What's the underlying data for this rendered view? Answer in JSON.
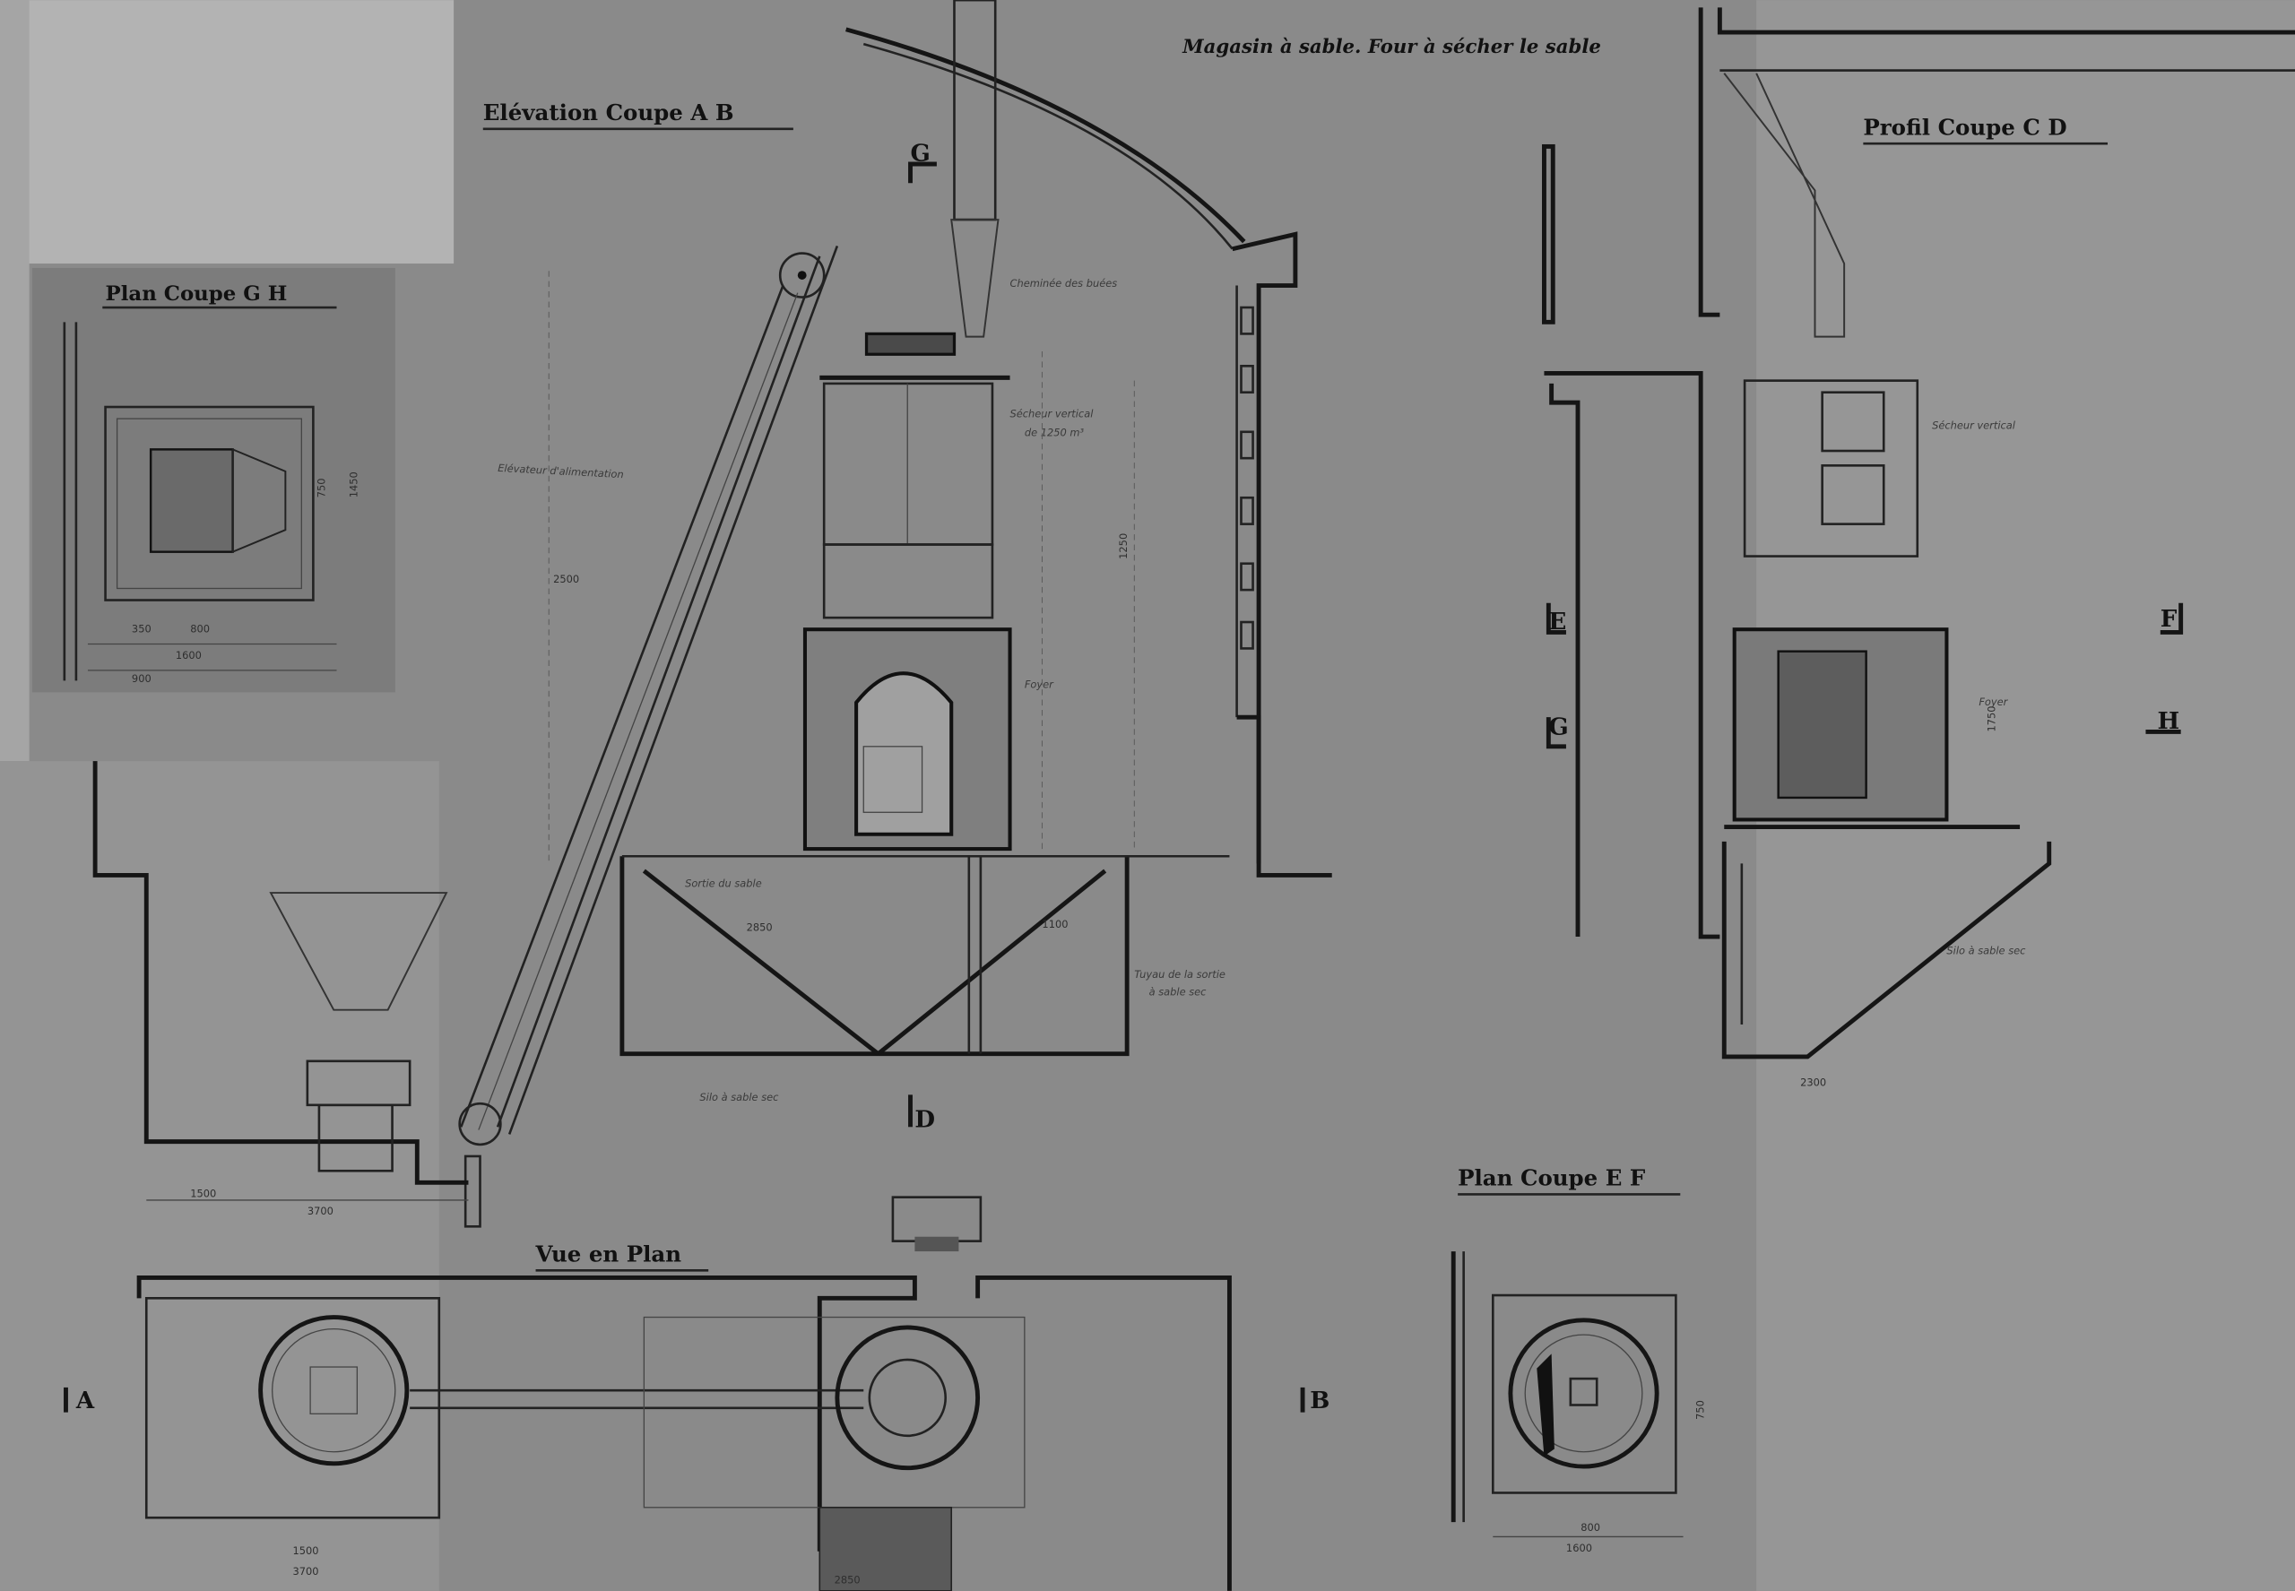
{
  "sheet_title": "Magasin à sable. Four à sécher le sable",
  "views": {
    "elevation": "Elévation Coupe A B",
    "profile": "Profil Coupe C D",
    "plan_gh": "Plan Coupe G H",
    "plan_ef": "Plan Coupe E F",
    "plan_view": "Vue en Plan"
  },
  "section_letters": {
    "a": "A",
    "b": "B",
    "c": "G",
    "d": "D",
    "e": "E",
    "f": "F",
    "g": "G",
    "h": "H"
  },
  "annotations": {
    "chimney": "Cheminée des buées",
    "dryer_1": "Sécheur vertical",
    "dryer_2": "de 1250 m³",
    "elevator": "Elévateur d'alimentation",
    "hearth": "Foyer",
    "silo_1": "Silo à sable sec",
    "silo_2": "Silo à sable sec",
    "pipe_1": "Tuyau de la sortie",
    "pipe_2": "à sable sec",
    "outlet": "Sortie du sable"
  },
  "dimensions": {
    "d1": "1500",
    "d2": "3700",
    "d3": "2850",
    "d4": "1250",
    "d5": "2500",
    "d6": "1100",
    "d7": "350",
    "d8": "800",
    "d9": "1600",
    "d10": "900",
    "d11": "750",
    "d12": "1450",
    "d13": "2300",
    "d14": "1750"
  }
}
